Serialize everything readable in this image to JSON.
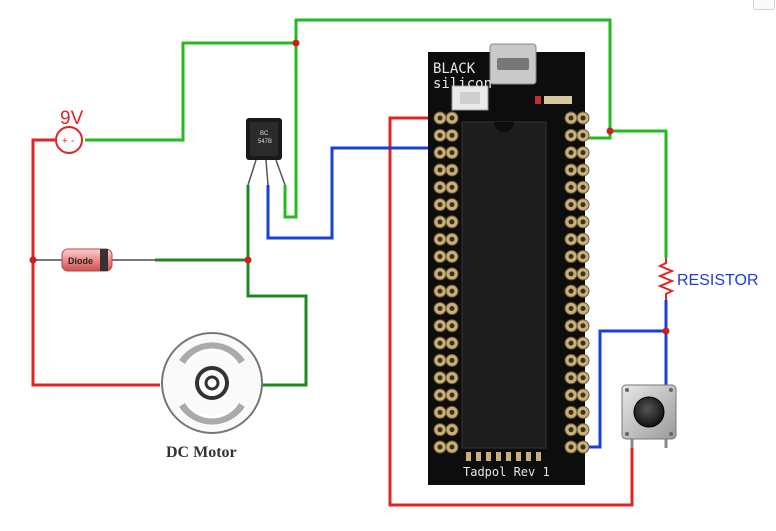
{
  "labels": {
    "battery": "9V",
    "resistor": "RESISTOR",
    "motor": "DC Motor",
    "diode": "Diode",
    "board_line1": "BLACK",
    "board_line2": "silicon",
    "board_footer": "Tadpol Rev 1",
    "transistor_line1": "BC",
    "transistor_line2": "547B"
  },
  "wire_colors": {
    "red": "#e02424",
    "green": "#22bb22",
    "dark_green": "#1e8a1e",
    "blue": "#1a3fd6",
    "junction": "#cc1f1f"
  },
  "board": {
    "body_color": "#0d0d0d",
    "pin_rows": 20,
    "pin_columns": 2
  },
  "components": [
    "battery",
    "diode",
    "transistor",
    "dc-motor",
    "microcontroller-board",
    "resistor",
    "push-button"
  ]
}
